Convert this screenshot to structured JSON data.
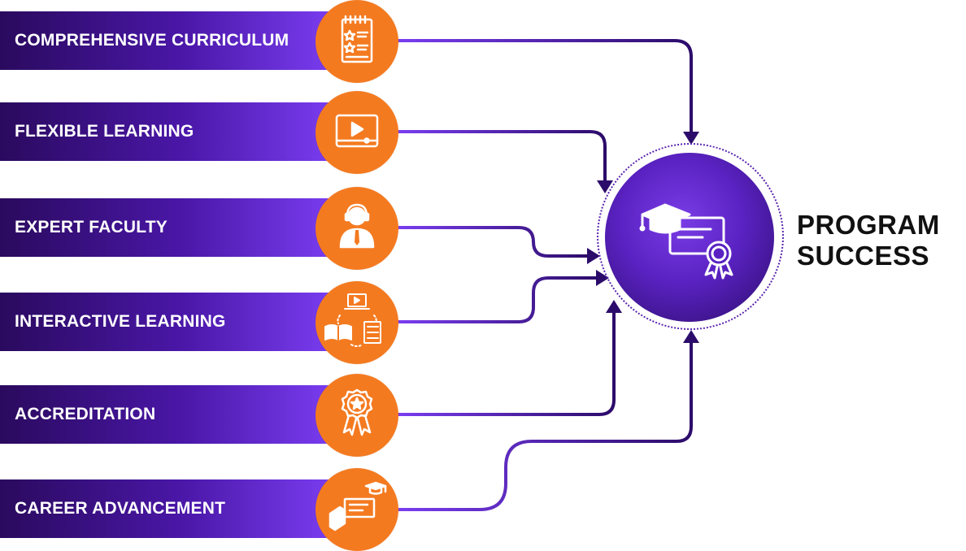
{
  "items": [
    {
      "label": "COMPREHENSIVE CURRICULUM",
      "icon": "curriculum-checklist-icon"
    },
    {
      "label": "FLEXIBLE LEARNING",
      "icon": "video-player-icon"
    },
    {
      "label": "EXPERT FACULTY",
      "icon": "instructor-headset-icon"
    },
    {
      "label": "INTERACTIVE LEARNING",
      "icon": "laptop-book-quiz-icon"
    },
    {
      "label": "ACCREDITATION",
      "icon": "award-ribbon-icon"
    },
    {
      "label": "CAREER ADVANCEMENT",
      "icon": "hand-certificate-icon"
    }
  ],
  "hub": {
    "icon": "graduation-certificate-icon",
    "title_line1": "PROGRAM",
    "title_line2": "SUCCESS"
  },
  "colors": {
    "bar_dark": "#2a0a5e",
    "bar_light": "#7a3df0",
    "badge_orange": "#f47a20",
    "connector": "#3a1580",
    "hub_purple": "#5a22c2",
    "title_text": "#111111"
  }
}
